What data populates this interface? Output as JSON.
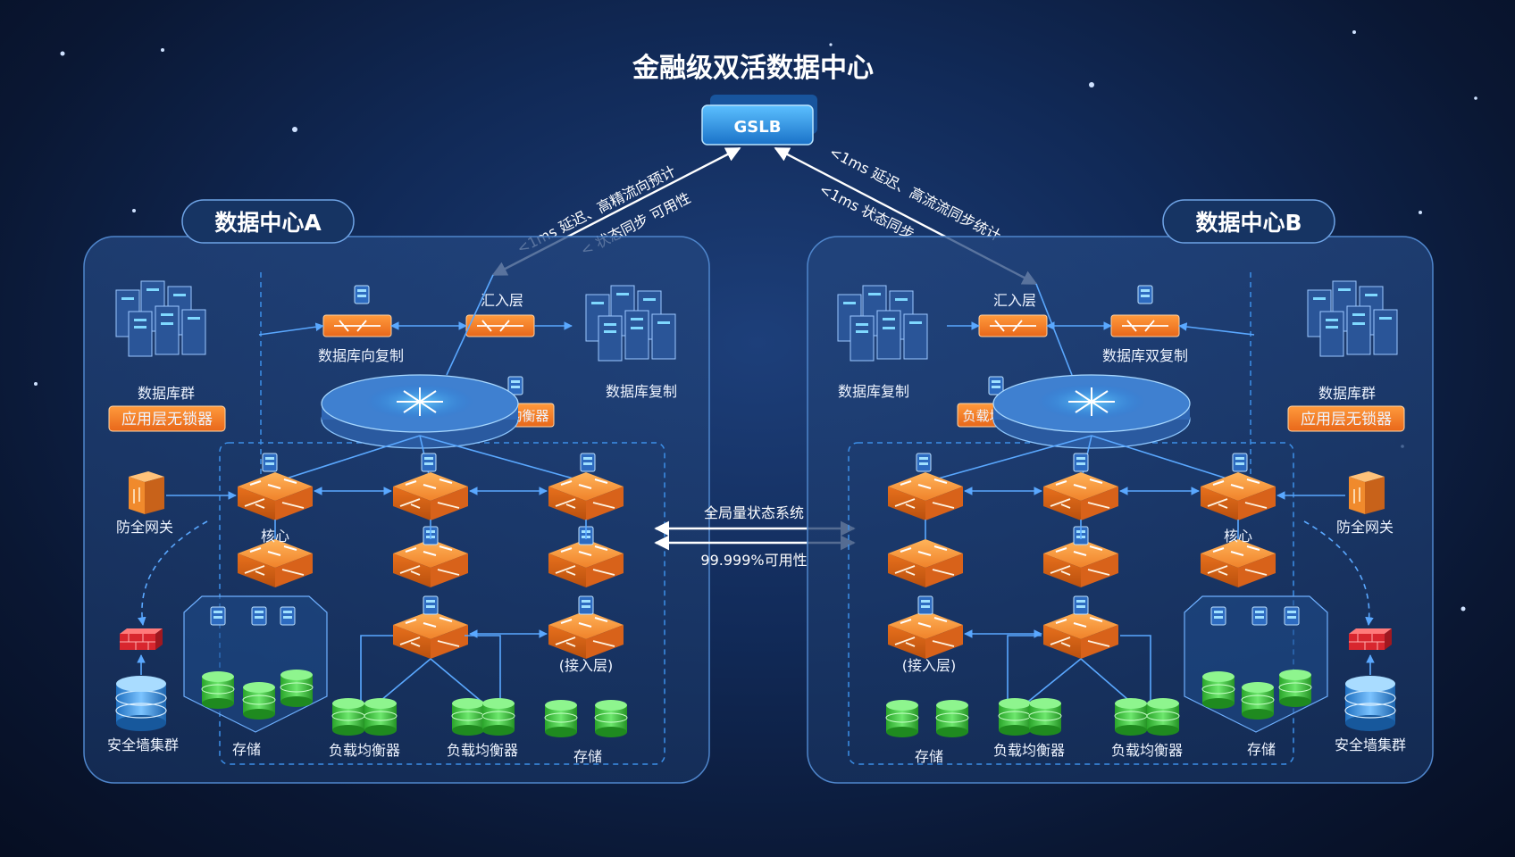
{
  "title": "金融级双活数据中心",
  "gslb": {
    "label": "GSLB"
  },
  "links": {
    "left": {
      "line1": "<1ms 延迟、高精流向预计",
      "line2": "< 状态同步 可用性"
    },
    "right": {
      "line1": "<1ms 延迟、高流流同步统计",
      "line2": "<1ms 状态同步"
    },
    "center": {
      "top": "全局量状态系统",
      "bottom": "99.999%可用性"
    }
  },
  "dc_a": {
    "title": "数据中心A",
    "labels": {
      "access_layer_top": "汇入层",
      "db_reverse_replication": "数据库向复制",
      "server_cluster": "数据库群",
      "db_replication": "数据库复制",
      "app_badge": "应用层无锁器",
      "load_balancer_badge": "负载均衡器",
      "firewall_gateway": "防全网关",
      "layer_tag": "核心",
      "access_layer_bottom": "(接入层)",
      "security_cluster": "安全墙集群",
      "storage_left": "存储",
      "lb_1": "负载均衡器",
      "lb_2": "负载均衡器",
      "storage_right": "存储"
    }
  },
  "dc_b": {
    "title": "数据中心B",
    "labels": {
      "access_layer_top": "汇入层",
      "db_dual_replication": "数据库双复制",
      "server_cluster": "数据库群",
      "db_replication": "数据库复制",
      "app_badge": "应用层无锁器",
      "load_balancer_badge": "负载均衡器",
      "firewall_gateway": "防全网关",
      "layer_tag": "核心",
      "access_layer_bottom": "(接入层)",
      "security_cluster": "安全墙集群",
      "storage_left": "存储",
      "lb_1": "负载均衡器",
      "lb_2": "负载均衡器",
      "storage_right": "存储"
    }
  },
  "colors": {
    "switch_orange": "#f08a2c",
    "badge_orange": "#f07a1e",
    "db_green": "#3fc23f",
    "db_blue": "#3c9ce8",
    "firewall_red": "#e0303a",
    "gslb_blue": "#2a8fe0"
  }
}
